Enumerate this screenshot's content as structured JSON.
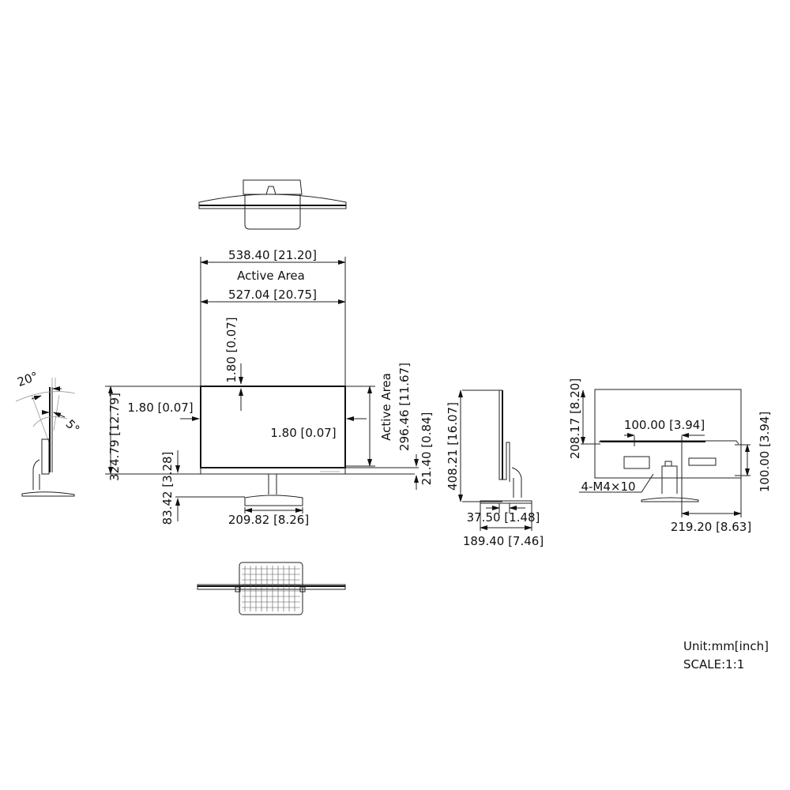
{
  "title": "Monitor dimension drawing",
  "front_view": {
    "overall_width": "538.40 [21.20]",
    "active_area_label": "Active Area",
    "active_width": "527.04 [20.75]",
    "top_bezel": "1.80 [0.07]",
    "left_bezel": "1.80 [0.07]",
    "right_bezel": "1.80 [0.07]",
    "active_area_label_vertical": "Active Area",
    "active_height": "296.46 [11.67]",
    "bottom_bezel": "21.40 [0.84]",
    "overall_height": "324.79 [12.79]",
    "stand_clearance": "83.42 [3.28]",
    "base_width": "209.82 [8.26]"
  },
  "tilt_view": {
    "back_tilt": "20°",
    "forward_tilt": "5°"
  },
  "side_view": {
    "total_height": "408.21 [16.07]",
    "panel_depth": "37.50 [1.48]",
    "base_depth": "189.40 [7.46]"
  },
  "back_view": {
    "vesa_height_from_top": "208.17 [8.20]",
    "vesa_horizontal": "100.00 [3.94]",
    "vesa_vertical": "100.00 [3.94]",
    "screw_spec": "4-M4×10",
    "half_width": "219.20 [8.63]"
  },
  "notes": {
    "unit": "Unit:mm[inch]",
    "scale": "SCALE:1:1"
  }
}
